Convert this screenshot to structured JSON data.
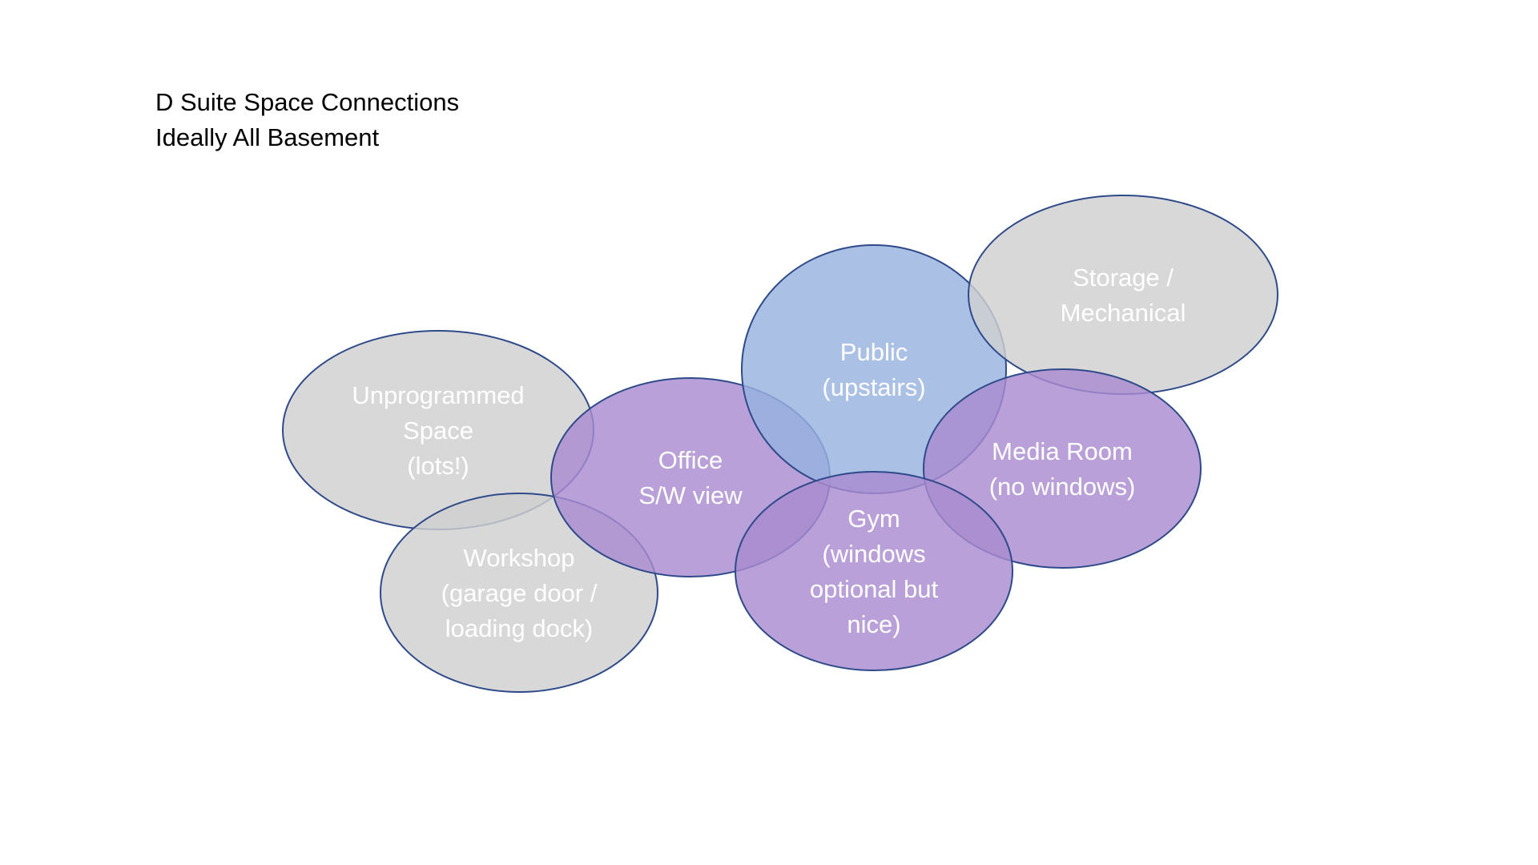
{
  "title": {
    "line1": "D Suite Space Connections",
    "line2": "Ideally All Basement"
  },
  "colors": {
    "gray_fill": "#d0d0d0",
    "purple_fill": "#a98bd0",
    "blue_fill": "#97b2df",
    "outline": "#2f4a8a",
    "label_text": "#ffffff",
    "title_text": "#000000"
  },
  "spaces": [
    {
      "id": "unprogrammed",
      "kind": "gray",
      "lines": [
        "Unprogrammed",
        "Space",
        "(lots!)"
      ]
    },
    {
      "id": "workshop",
      "kind": "gray",
      "lines": [
        "Workshop",
        "(garage door /",
        "loading dock)"
      ]
    },
    {
      "id": "office",
      "kind": "purple",
      "lines": [
        "Office",
        "S/W view"
      ]
    },
    {
      "id": "public",
      "kind": "blue",
      "lines": [
        "Public",
        "(upstairs)"
      ]
    },
    {
      "id": "storage",
      "kind": "gray",
      "lines": [
        "Storage /",
        "Mechanical"
      ]
    },
    {
      "id": "media",
      "kind": "purple",
      "lines": [
        "Media Room",
        "(no windows)"
      ]
    },
    {
      "id": "gym",
      "kind": "purple",
      "lines": [
        "Gym",
        "(windows",
        "optional but",
        "nice)"
      ]
    }
  ]
}
